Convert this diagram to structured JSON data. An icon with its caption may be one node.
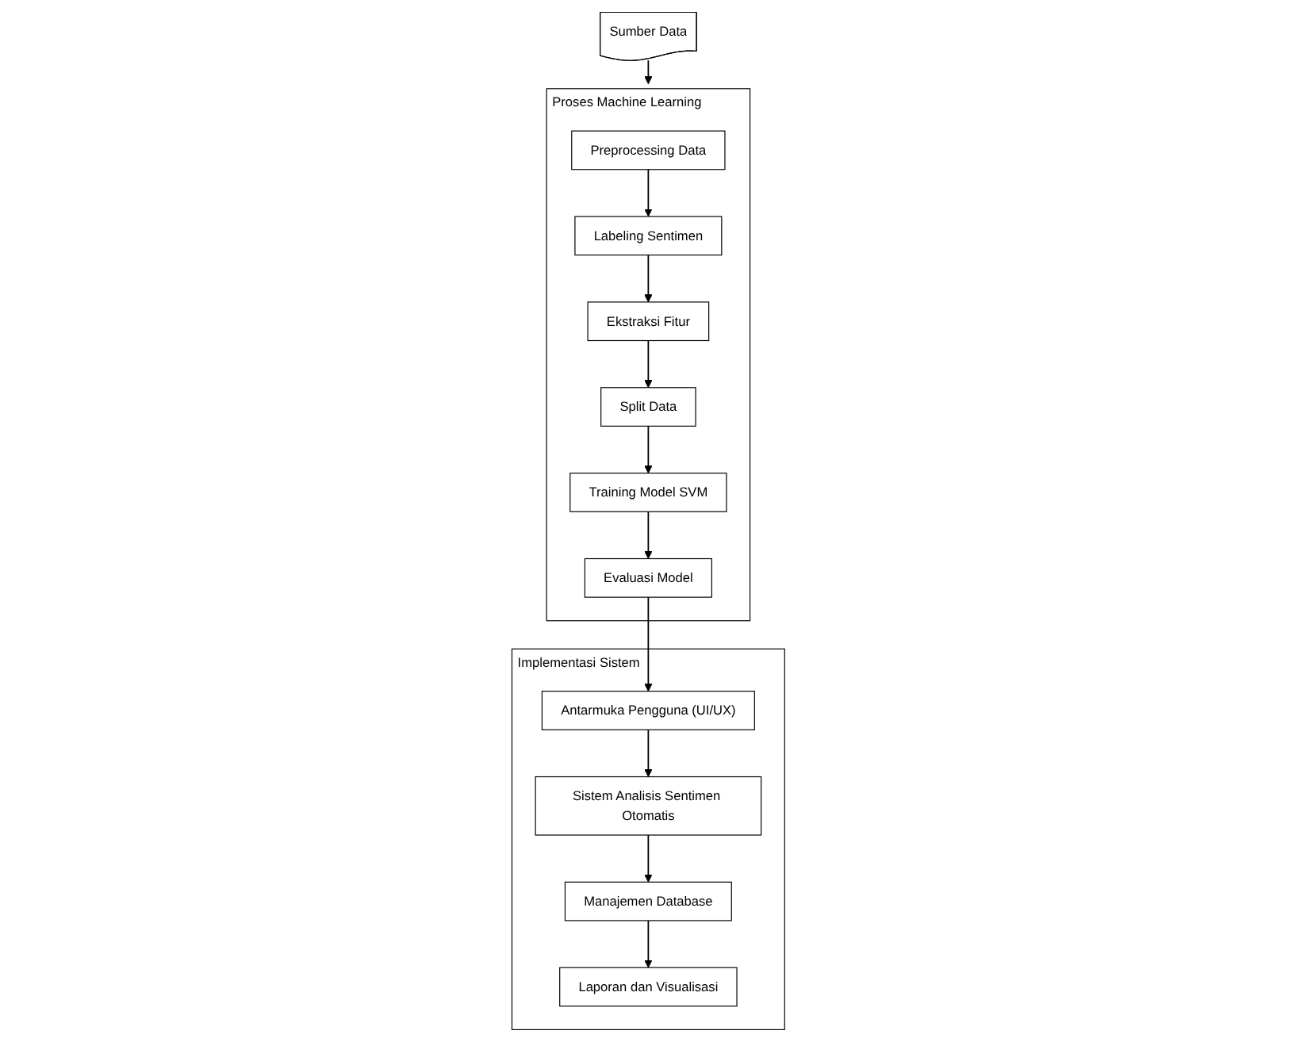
{
  "diagram": {
    "nodes": [
      {
        "text": [
          "Sumber Data"
        ]
      },
      {
        "text": [
          "Proses Machine Learning"
        ]
      },
      {
        "text": [
          "Preprocessing Data"
        ],
        "in": 1
      },
      {
        "text": [
          "Labeling Sentimen"
        ],
        "in": 1
      },
      {
        "text": [
          "Ekstraksi Fitur"
        ],
        "in": 1
      },
      {
        "text": [
          "Split Data"
        ],
        "in": 1
      },
      {
        "text": [
          "Training Model SVM"
        ],
        "in": 1
      },
      {
        "text": [
          "Evaluasi Model"
        ],
        "in": 1
      },
      {
        "text": [
          "Implementasi Sistem"
        ]
      },
      {
        "text": [
          "Antarmuka Pengguna (UI/UX)"
        ],
        "in": 8
      },
      {
        "text": [
          "Sistem Analisis Sentimen Otomatis"
        ],
        "in": 8
      },
      {
        "text": [
          "Manajemen Database"
        ],
        "in": 8
      },
      {
        "text": [
          "Laporan dan Visualisasi"
        ],
        "in": 8
      }
    ],
    "edges": [
      {
        "from": 0,
        "to": 1,
        "arrow": "to"
      },
      {
        "from": 2,
        "to": 3,
        "arrow": "to"
      },
      {
        "from": 3,
        "to": 4,
        "arrow": "to"
      },
      {
        "from": 4,
        "to": 5,
        "arrow": "to"
      },
      {
        "from": 5,
        "to": 6,
        "arrow": "to"
      },
      {
        "from": 6,
        "to": 7,
        "arrow": "to"
      },
      {
        "from": 7,
        "to": 9,
        "arrow": "to"
      },
      {
        "from": 9,
        "to": 10,
        "arrow": "to"
      },
      {
        "from": 10,
        "to": 11,
        "arrow": "to"
      },
      {
        "from": 11,
        "to": 12,
        "arrow": "to"
      }
    ]
  }
}
